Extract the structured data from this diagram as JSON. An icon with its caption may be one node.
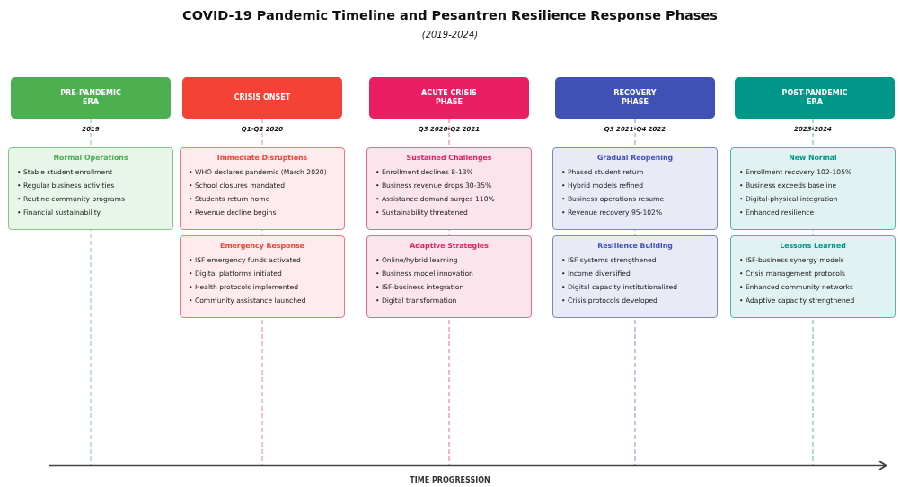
{
  "diagram": {
    "title": "COVID-19 Pandemic Timeline and Pesantren Resilience Response Phases",
    "caption": "(2019-2024)",
    "nodes": [
      {
        "text": [
          "PRE-PANDEMIC ERA"
        ],
        "beside": [
          "2019"
        ]
      },
      {
        "text": [
          "CRISIS ONSET"
        ],
        "beside": [
          "Q1-Q2 2020"
        ]
      },
      {
        "text": [
          "ACUTE CRISIS PHASE"
        ],
        "beside": [
          "Q3 2020-Q2 2021"
        ]
      },
      {
        "text": [
          "RECOVERY PHASE"
        ],
        "beside": [
          "Q3 2021-Q4 2022"
        ]
      },
      {
        "text": [
          "POST-PANDEMIC ERA"
        ],
        "beside": [
          "2023-2024"
        ]
      },
      {
        "text": [
          "Normal Operations",
          "• Stable student enrollment",
          "• Regular business activities",
          "• Routine community programs",
          "• Financial sustainability"
        ]
      },
      {
        "text": [
          "Immediate Disruptions",
          "• WHO declares pandemic (March 2020)",
          "• School closures mandated",
          "• Students return home",
          "• Revenue decline begins"
        ]
      },
      {
        "text": [
          "Emergency Response",
          "• ISF emergency funds activated",
          "• Digital platforms initiated",
          "• Health protocols implemented",
          "• Community assistance launched"
        ]
      },
      {
        "text": [
          "Sustained Challenges",
          "• Enrollment declines 8-13%",
          "• Business revenue drops 30-35%",
          "• Assistance demand surges 110%",
          "• Sustainability threatened"
        ]
      },
      {
        "text": [
          "Adaptive Strategies",
          "• Online/hybrid learning",
          "• Business model innovation",
          "• ISF-business integration",
          "• Digital transformation"
        ]
      },
      {
        "text": [
          "Gradual Reopening",
          "• Phased student return",
          "• Hybrid models refined",
          "• Business operations resume",
          "• Revenue recovery 95-102%"
        ]
      },
      {
        "text": [
          "Resilience Building",
          "• ISF systems strengthened",
          "• Income diversified",
          "• Digital capacity institutionalized",
          "• Crisis protocols developed"
        ]
      },
      {
        "text": [
          "New Normal",
          "• Enrollment recovery 102-105%",
          "• Business exceeds baseline",
          "• Digital-physical integration",
          "• Enhanced resilience"
        ]
      },
      {
        "text": [
          "Lessons Learned",
          "• ISF-business synergy models",
          "• Crisis management protocols",
          "• Enhanced community networks",
          "• Adaptive capacity strengthened"
        ]
      }
    ],
    "labels": [
      "TIME PROGRESSION"
    ]
  }
}
